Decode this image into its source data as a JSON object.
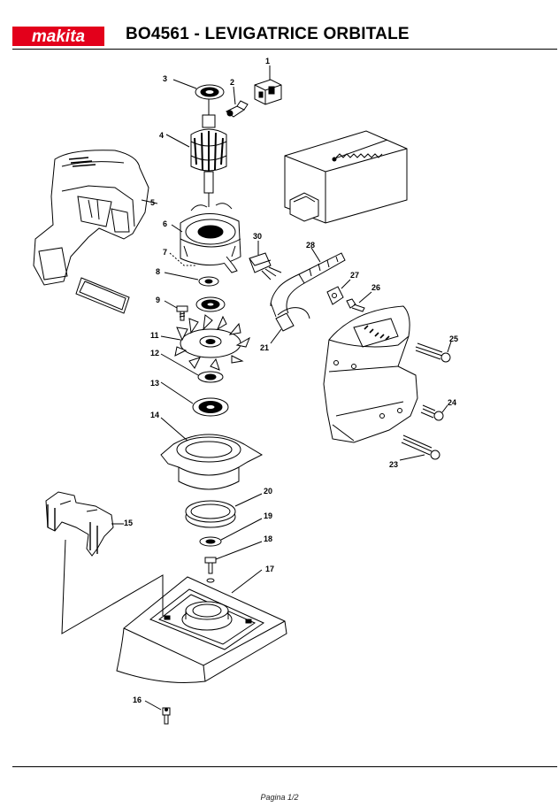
{
  "header": {
    "brand": "makita",
    "title": "BO4561 - LEVIGATRICE ORBITALE"
  },
  "parts": [
    {
      "num": "1"
    },
    {
      "num": "2"
    },
    {
      "num": "3"
    },
    {
      "num": "4"
    },
    {
      "num": "5"
    },
    {
      "num": "6"
    },
    {
      "num": "7"
    },
    {
      "num": "8"
    },
    {
      "num": "9"
    },
    {
      "num": "11"
    },
    {
      "num": "12"
    },
    {
      "num": "13"
    },
    {
      "num": "14"
    },
    {
      "num": "15"
    },
    {
      "num": "16"
    },
    {
      "num": "17"
    },
    {
      "num": "18"
    },
    {
      "num": "19"
    },
    {
      "num": "20"
    },
    {
      "num": "21"
    },
    {
      "num": "23"
    },
    {
      "num": "24"
    },
    {
      "num": "25"
    },
    {
      "num": "26"
    },
    {
      "num": "27"
    },
    {
      "num": "28"
    },
    {
      "num": "30"
    }
  ],
  "footer": {
    "page": "Pagina 1/2"
  },
  "colors": {
    "brand_red": "#e3001b",
    "line": "#000000"
  }
}
